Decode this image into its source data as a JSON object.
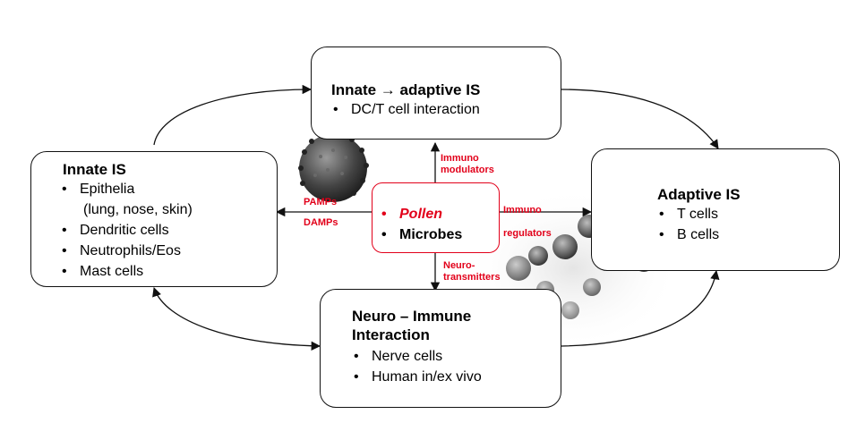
{
  "innate_adaptive": {
    "title_part1": "Innate",
    "arrow": "→",
    "title_part2": "adaptive IS",
    "items": [
      "DC/T cell interaction"
    ]
  },
  "innate": {
    "title": "Innate IS",
    "items": [
      "Epithelia",
      "(lung, nose, skin)",
      "Dendritic cells",
      "Neutrophils/Eos",
      "Mast cells"
    ]
  },
  "adaptive": {
    "title": "Adaptive IS",
    "items": [
      "T cells",
      "B cells"
    ]
  },
  "neuro": {
    "title_line1": "Neuro – Immune",
    "title_line2": "Interaction",
    "items": [
      "Nerve cells",
      "Human in/ex vivo"
    ]
  },
  "center": {
    "items": [
      "Pollen",
      "Microbes"
    ]
  },
  "labels": {
    "pamps": "PAMPs",
    "damps": "DAMPs",
    "immunomodulators_1": "Immuno",
    "immunomodulators_2": "modulators",
    "immunoregulators_1": "Immuno",
    "immunoregulators_2": "regulators",
    "neurotransmitters_1": "Neuro-",
    "neurotransmitters_2": "transmitters"
  },
  "colors": {
    "accent": "#e2001a",
    "line": "#111111"
  }
}
